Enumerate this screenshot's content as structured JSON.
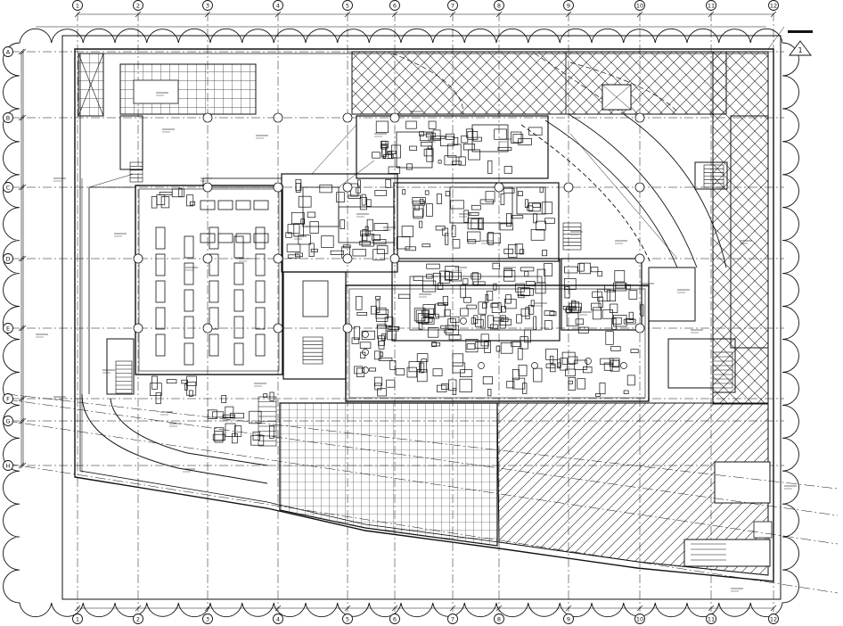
{
  "grid": {
    "columns": [
      "1",
      "2",
      "3",
      "4",
      "5",
      "6",
      "7",
      "8",
      "9",
      "10",
      "11",
      "12"
    ],
    "rows": [
      "A",
      "B",
      "C",
      "D",
      "E",
      "F",
      "G",
      "H"
    ]
  },
  "revision": {
    "mark": "1"
  },
  "colors": {
    "line": "#111111",
    "hatch": "#222222",
    "paper": "#ffffff"
  }
}
